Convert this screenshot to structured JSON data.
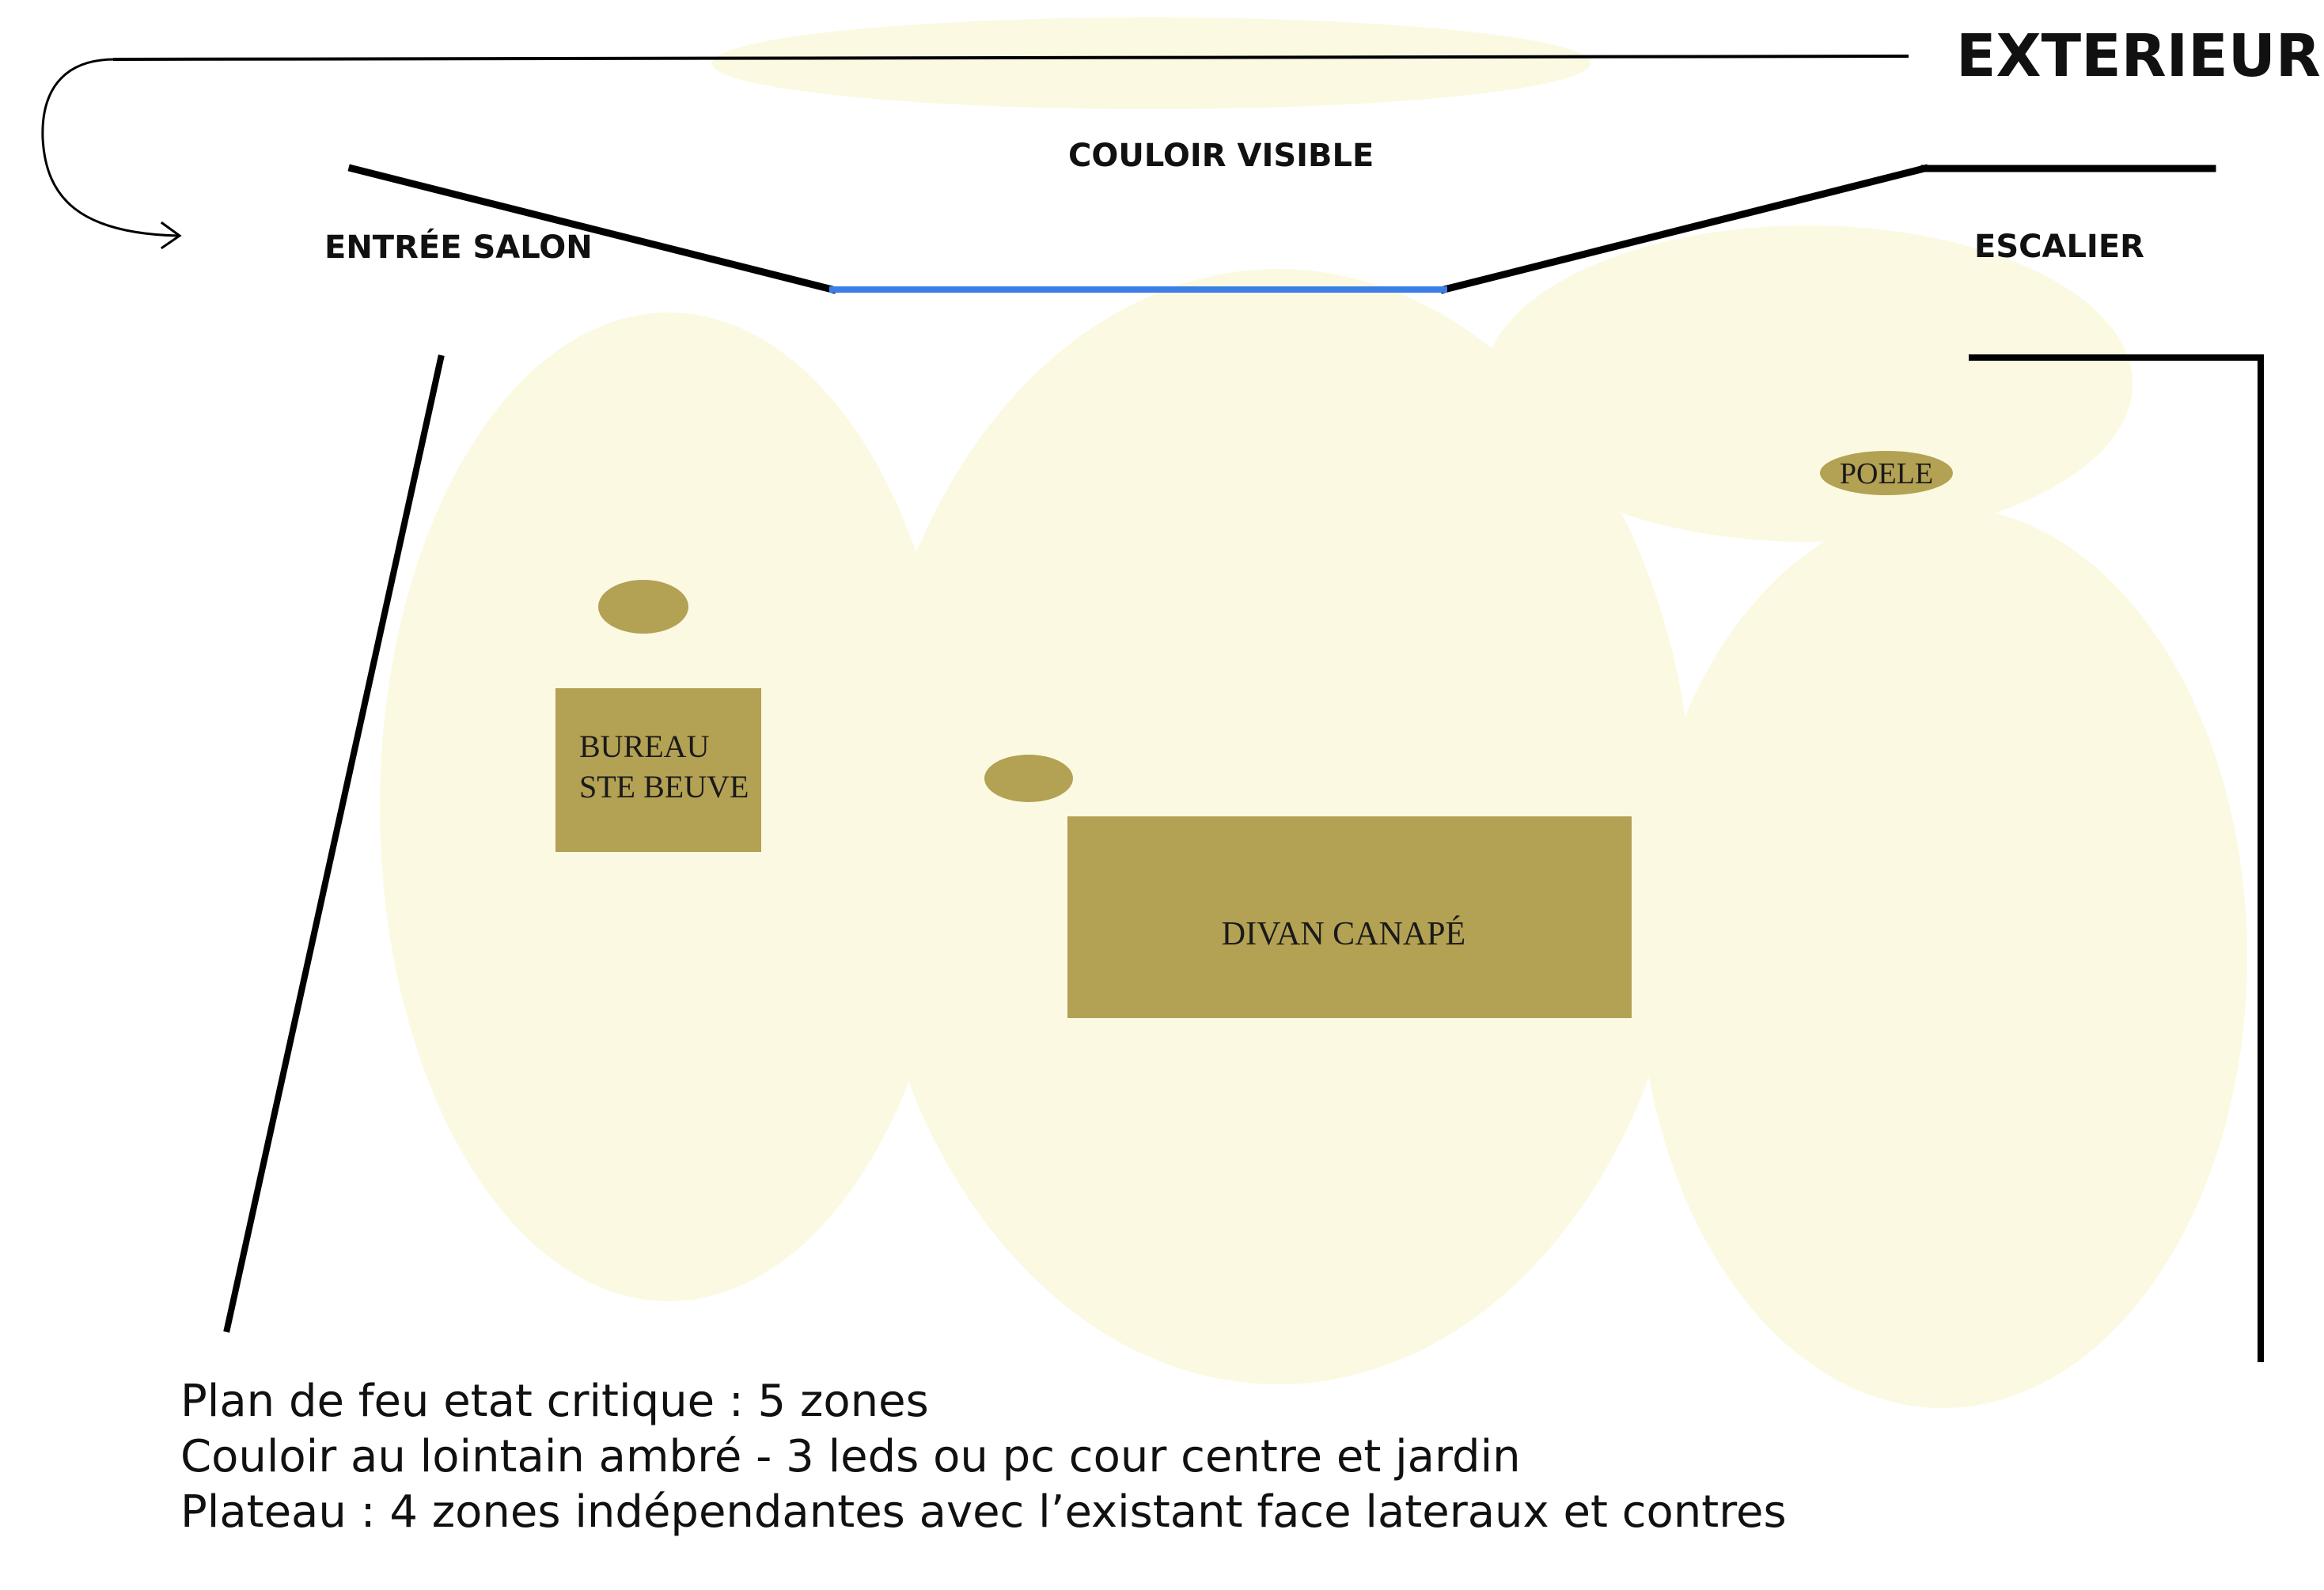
{
  "labels": {
    "exterieur": "EXTERIEUR",
    "couloir": "COULOIR VISIBLE",
    "entree": "ENTRÉE SALON",
    "escalier": "ESCALIER"
  },
  "furniture": {
    "poele": "POELE",
    "bureau_line1": "BUREAU",
    "bureau_line2": "STE BEUVE",
    "divan": "DIVAN CANAPÉ"
  },
  "notes": [
    "Plan de feu etat critique : 5 zones",
    "Couloir au lointain ambré - 3 leds ou pc cour centre et jardin",
    "Plateau : 4 zones indépendantes avec l’existant face lateraux et contres"
  ],
  "colors": {
    "zone": "#fbf9e1",
    "furniture": "#b3a154",
    "corridor_line": "#3a7ee6",
    "walls": "#000000"
  }
}
